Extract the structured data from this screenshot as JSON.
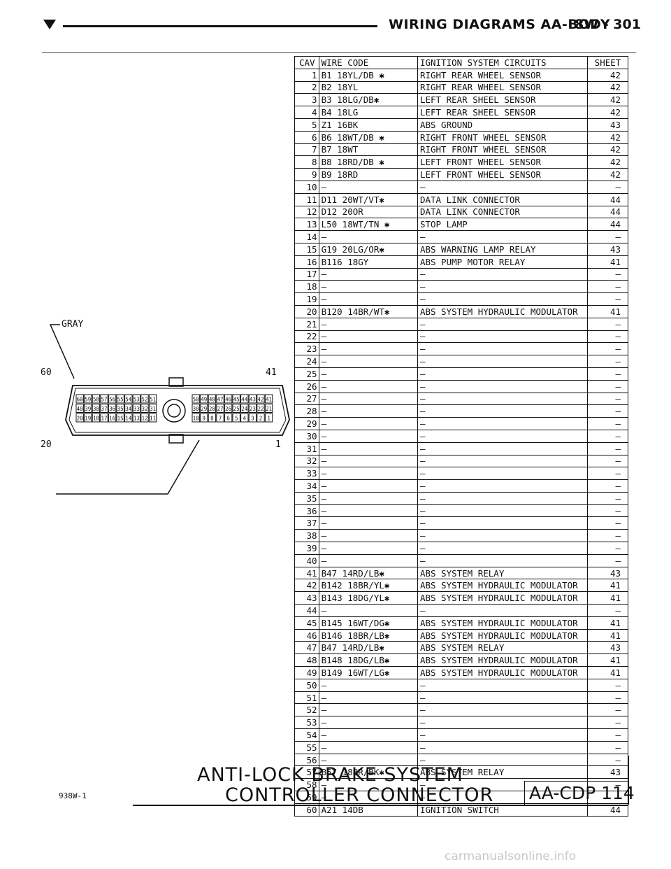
{
  "header": {
    "title": "WIRING DIAGRAMS AA-BODY",
    "page": "8W - 301"
  },
  "table": {
    "headers": {
      "cav": "CAV",
      "code": "WIRE CODE",
      "circuit": "IGNITION SYSTEM CIRCUITS",
      "sheet": "SHEET"
    },
    "rows": [
      {
        "cav": "1",
        "code": "B1 18YL/DB ✱",
        "circuit": "RIGHT REAR WHEEL SENSOR",
        "sheet": "42"
      },
      {
        "cav": "2",
        "code": "B2 18YL",
        "circuit": "RIGHT REAR WHEEL SENSOR",
        "sheet": "42"
      },
      {
        "cav": "3",
        "code": "B3 18LG/DB✱",
        "circuit": "LEFT REAR SHEEL SENSOR",
        "sheet": "42"
      },
      {
        "cav": "4",
        "code": "B4 18LG",
        "circuit": "LEFT REAR SHEEL SENSOR",
        "sheet": "42"
      },
      {
        "cav": "5",
        "code": "Z1 16BK",
        "circuit": "ABS GROUND",
        "sheet": "43"
      },
      {
        "cav": "6",
        "code": "B6 18WT/DB ✱",
        "circuit": "RIGHT FRONT WHEEL SENSOR",
        "sheet": "42"
      },
      {
        "cav": "7",
        "code": "B7 18WT",
        "circuit": "RIGHT FRONT WHEEL SENSOR",
        "sheet": "42"
      },
      {
        "cav": "8",
        "code": "B8 18RD/DB ✱",
        "circuit": "LEFT FRONT WHEEL SENSOR",
        "sheet": "42"
      },
      {
        "cav": "9",
        "code": "B9 18RD",
        "circuit": "LEFT FRONT WHEEL SENSOR",
        "sheet": "42"
      },
      {
        "cav": "10",
        "code": "—",
        "circuit": "—",
        "sheet": "—"
      },
      {
        "cav": "11",
        "code": "D11 20WT/VT✱",
        "circuit": "DATA LINK CONNECTOR",
        "sheet": "44"
      },
      {
        "cav": "12",
        "code": "D12 20OR",
        "circuit": "DATA LINK CONNECTOR",
        "sheet": "44"
      },
      {
        "cav": "13",
        "code": "L50 18WT/TN ✱",
        "circuit": "STOP LAMP",
        "sheet": "44"
      },
      {
        "cav": "14",
        "code": "—",
        "circuit": "—",
        "sheet": "—"
      },
      {
        "cav": "15",
        "code": "G19 20LG/OR✱",
        "circuit": "ABS WARNING LAMP RELAY",
        "sheet": "43"
      },
      {
        "cav": "16",
        "code": "B116 18GY",
        "circuit": "ABS PUMP MOTOR RELAY",
        "sheet": "41"
      },
      {
        "cav": "17",
        "code": "—",
        "circuit": "—",
        "sheet": "—"
      },
      {
        "cav": "18",
        "code": "—",
        "circuit": "—",
        "sheet": "—"
      },
      {
        "cav": "19",
        "code": "—",
        "circuit": "—",
        "sheet": "—"
      },
      {
        "cav": "20",
        "code": "B120 14BR/WT✱",
        "circuit": "ABS SYSTEM HYDRAULIC MODULATOR",
        "sheet": "41"
      },
      {
        "cav": "21",
        "code": "—",
        "circuit": "—",
        "sheet": "—"
      },
      {
        "cav": "22",
        "code": "—",
        "circuit": "—",
        "sheet": "—"
      },
      {
        "cav": "23",
        "code": "—",
        "circuit": "—",
        "sheet": "—"
      },
      {
        "cav": "24",
        "code": "—",
        "circuit": "—",
        "sheet": "—"
      },
      {
        "cav": "25",
        "code": "—",
        "circuit": "—",
        "sheet": "—"
      },
      {
        "cav": "26",
        "code": "—",
        "circuit": "—",
        "sheet": "—"
      },
      {
        "cav": "27",
        "code": "—",
        "circuit": "—",
        "sheet": "—"
      },
      {
        "cav": "28",
        "code": "—",
        "circuit": "—",
        "sheet": "—"
      },
      {
        "cav": "29",
        "code": "—",
        "circuit": "—",
        "sheet": "—"
      },
      {
        "cav": "30",
        "code": "—",
        "circuit": "—",
        "sheet": "—"
      },
      {
        "cav": "31",
        "code": "—",
        "circuit": "—",
        "sheet": "—"
      },
      {
        "cav": "32",
        "code": "—",
        "circuit": "—",
        "sheet": "—"
      },
      {
        "cav": "33",
        "code": "—",
        "circuit": "—",
        "sheet": "—"
      },
      {
        "cav": "34",
        "code": "—",
        "circuit": "—",
        "sheet": "—"
      },
      {
        "cav": "35",
        "code": "—",
        "circuit": "—",
        "sheet": "—"
      },
      {
        "cav": "36",
        "code": "—",
        "circuit": "—",
        "sheet": "—"
      },
      {
        "cav": "37",
        "code": "—",
        "circuit": "—",
        "sheet": "—"
      },
      {
        "cav": "38",
        "code": "—",
        "circuit": "—",
        "sheet": "—"
      },
      {
        "cav": "39",
        "code": "—",
        "circuit": "—",
        "sheet": "—"
      },
      {
        "cav": "40",
        "code": "—",
        "circuit": "—",
        "sheet": "—"
      },
      {
        "cav": "41",
        "code": "B47 14RD/LB✱",
        "circuit": "ABS SYSTEM RELAY",
        "sheet": "43"
      },
      {
        "cav": "42",
        "code": "B142 18BR/YL✱",
        "circuit": "ABS SYSTEM HYDRAULIC MODULATOR",
        "sheet": "41"
      },
      {
        "cav": "43",
        "code": "B143 18DG/YL✱",
        "circuit": "ABS SYSTEM HYDRAULIC MODULATOR",
        "sheet": "41"
      },
      {
        "cav": "44",
        "code": "—",
        "circuit": "—",
        "sheet": "—"
      },
      {
        "cav": "45",
        "code": "B145 16WT/DG✱",
        "circuit": "ABS SYSTEM HYDRAULIC MODULATOR",
        "sheet": "41"
      },
      {
        "cav": "46",
        "code": "B146 18BR/LB✱",
        "circuit": "ABS SYSTEM HYDRAULIC MODULATOR",
        "sheet": "41"
      },
      {
        "cav": "47",
        "code": "B47 14RD/LB✱",
        "circuit": "ABS SYSTEM RELAY",
        "sheet": "43"
      },
      {
        "cav": "48",
        "code": "B148 18DG/LB✱",
        "circuit": "ABS SYSTEM HYDRAULIC MODULATOR",
        "sheet": "41"
      },
      {
        "cav": "49",
        "code": "B149 16WT/LG✱",
        "circuit": "ABS SYSTEM HYDRAULIC MODULATOR",
        "sheet": "41"
      },
      {
        "cav": "50",
        "code": "—",
        "circuit": "—",
        "sheet": "—"
      },
      {
        "cav": "51",
        "code": "—",
        "circuit": "—",
        "sheet": "—"
      },
      {
        "cav": "52",
        "code": "—",
        "circuit": "—",
        "sheet": "—"
      },
      {
        "cav": "53",
        "code": "—",
        "circuit": "—",
        "sheet": "—"
      },
      {
        "cav": "54",
        "code": "—",
        "circuit": "—",
        "sheet": "—"
      },
      {
        "cav": "55",
        "code": "—",
        "circuit": "—",
        "sheet": "—"
      },
      {
        "cav": "56",
        "code": "—",
        "circuit": "—",
        "sheet": "—"
      },
      {
        "cav": "57",
        "code": "B57 18BR/BK✱",
        "circuit": "ABS SYSTEM RELAY",
        "sheet": "43"
      },
      {
        "cav": "58",
        "code": "—",
        "circuit": "—",
        "sheet": "—"
      },
      {
        "cav": "59",
        "code": "—",
        "circuit": "—",
        "sheet": "—"
      },
      {
        "cav": "60",
        "code": "A21 14DB",
        "circuit": "IGNITION SWITCH",
        "sheet": "44"
      }
    ]
  },
  "connector": {
    "color_label": "GRAY",
    "pin_labels": {
      "top_left": "60",
      "top_right": "41",
      "bottom_left": "20",
      "bottom_right": "1"
    },
    "rows": [
      [
        "60",
        "59",
        "58",
        "57",
        "56",
        "55",
        "54",
        "53",
        "52",
        "51"
      ],
      [
        "40",
        "39",
        "38",
        "37",
        "36",
        "35",
        "34",
        "33",
        "32",
        "31"
      ],
      [
        "20",
        "19",
        "18",
        "17",
        "16",
        "15",
        "14",
        "13",
        "12",
        "11"
      ],
      [
        "50",
        "49",
        "48",
        "47",
        "46",
        "45",
        "44",
        "43",
        "42",
        "41"
      ],
      [
        "30",
        "29",
        "28",
        "27",
        "26",
        "25",
        "24",
        "23",
        "22",
        "21"
      ],
      [
        "10",
        "9",
        "8",
        "7",
        "6",
        "5",
        "4",
        "3",
        "2",
        "1"
      ]
    ]
  },
  "footer": {
    "title_line1": "ANTI-LOCK BRAKE SYSTEM",
    "title_line2": "CONTROLLER CONNECTOR",
    "figure_id": "938W-1",
    "reference": "AA-CDP 114",
    "watermark": "carmanualsonline.info"
  },
  "colors": {
    "ink": "#111111",
    "paper": "#ffffff",
    "watermark": "#c8c8c8"
  }
}
